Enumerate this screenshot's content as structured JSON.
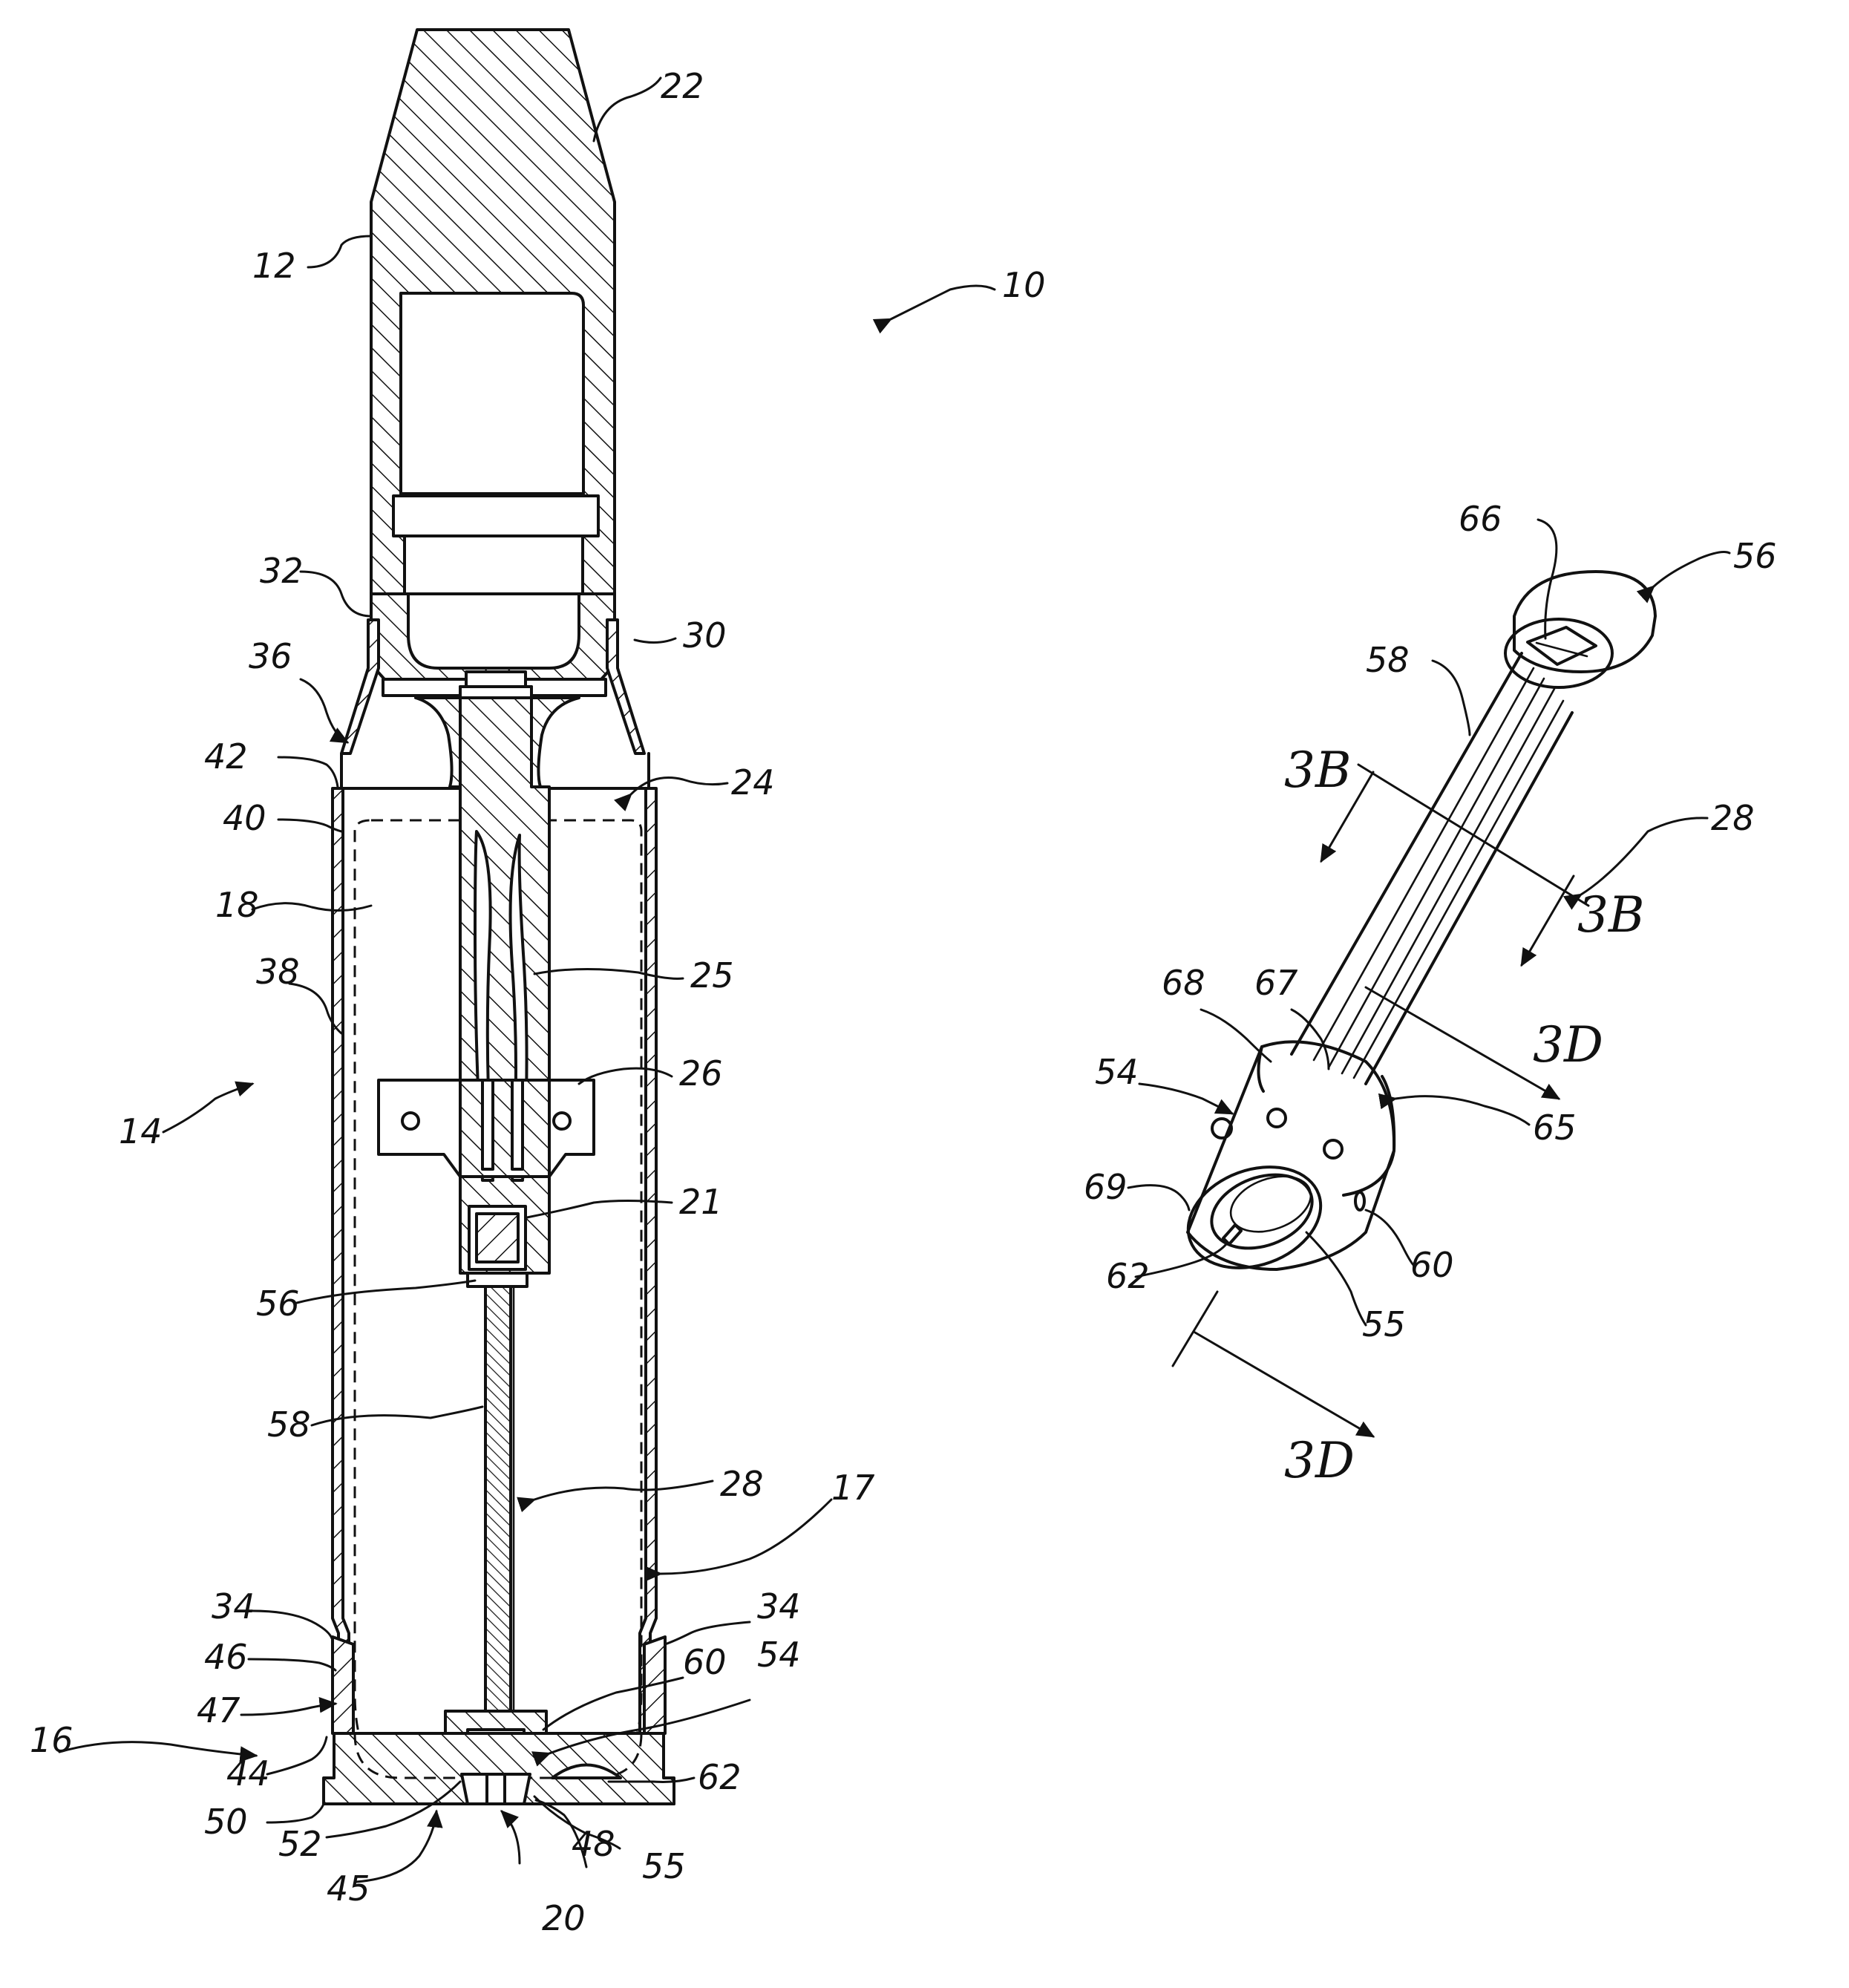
{
  "figure": {
    "main_view_labels": [
      {
        "id": "ref-22",
        "text": "22"
      },
      {
        "id": "ref-12",
        "text": "12"
      },
      {
        "id": "ref-10",
        "text": "10"
      },
      {
        "id": "ref-32",
        "text": "32"
      },
      {
        "id": "ref-30",
        "text": "30"
      },
      {
        "id": "ref-36",
        "text": "36"
      },
      {
        "id": "ref-42",
        "text": "42"
      },
      {
        "id": "ref-24",
        "text": "24"
      },
      {
        "id": "ref-40",
        "text": "40"
      },
      {
        "id": "ref-18",
        "text": "18"
      },
      {
        "id": "ref-38",
        "text": "38"
      },
      {
        "id": "ref-25",
        "text": "25"
      },
      {
        "id": "ref-26",
        "text": "26"
      },
      {
        "id": "ref-14",
        "text": "14"
      },
      {
        "id": "ref-21",
        "text": "21"
      },
      {
        "id": "ref-56a",
        "text": "56"
      },
      {
        "id": "ref-58a",
        "text": "58"
      },
      {
        "id": "ref-28a",
        "text": "28"
      },
      {
        "id": "ref-17",
        "text": "17"
      },
      {
        "id": "ref-34a",
        "text": "34"
      },
      {
        "id": "ref-34b",
        "text": "34"
      },
      {
        "id": "ref-46",
        "text": "46"
      },
      {
        "id": "ref-60a",
        "text": "60"
      },
      {
        "id": "ref-54a",
        "text": "54"
      },
      {
        "id": "ref-47",
        "text": "47"
      },
      {
        "id": "ref-16",
        "text": "16"
      },
      {
        "id": "ref-44",
        "text": "44"
      },
      {
        "id": "ref-62a",
        "text": "62"
      },
      {
        "id": "ref-50",
        "text": "50"
      },
      {
        "id": "ref-52",
        "text": "52"
      },
      {
        "id": "ref-48",
        "text": "48"
      },
      {
        "id": "ref-55a",
        "text": "55"
      },
      {
        "id": "ref-45",
        "text": "45"
      },
      {
        "id": "ref-20",
        "text": "20"
      }
    ],
    "detail_view_labels": [
      {
        "id": "ref-66",
        "text": "66"
      },
      {
        "id": "ref-56b",
        "text": "56"
      },
      {
        "id": "ref-58b",
        "text": "58"
      },
      {
        "id": "ref-28b",
        "text": "28"
      },
      {
        "id": "ref-68",
        "text": "68"
      },
      {
        "id": "ref-67",
        "text": "67"
      },
      {
        "id": "ref-54b",
        "text": "54"
      },
      {
        "id": "ref-65",
        "text": "65"
      },
      {
        "id": "ref-69",
        "text": "69"
      },
      {
        "id": "ref-60b",
        "text": "60"
      },
      {
        "id": "ref-62b",
        "text": "62"
      },
      {
        "id": "ref-55b",
        "text": "55"
      }
    ],
    "section_marks": [
      {
        "id": "sec-3b-left",
        "text": "3B"
      },
      {
        "id": "sec-3b-right",
        "text": "3B"
      },
      {
        "id": "sec-3d-upper",
        "text": "3D"
      },
      {
        "id": "sec-3d-lower",
        "text": "3D"
      }
    ]
  }
}
